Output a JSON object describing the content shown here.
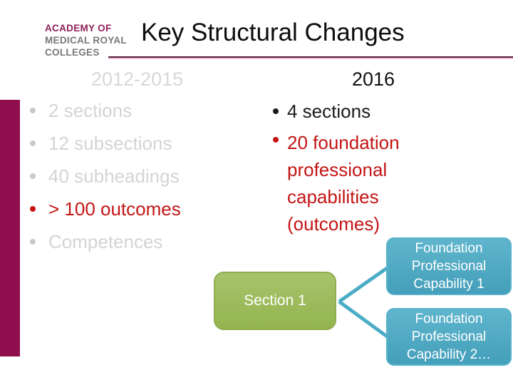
{
  "slide": {
    "logo": {
      "line1": "ACADEMY OF",
      "line2": "MEDICAL ROYAL",
      "line3": "COLLEGES"
    },
    "title": "Key Structural Changes",
    "columns": {
      "left": {
        "header": "2012-2015",
        "items": [
          {
            "text": "2 sections",
            "emphasis": "gray"
          },
          {
            "text": "12 subsections",
            "emphasis": "gray"
          },
          {
            "text": "40 subheadings",
            "emphasis": "gray"
          },
          {
            "text": "> 100 outcomes",
            "emphasis": "red"
          },
          {
            "text": "Competences",
            "emphasis": "gray"
          }
        ]
      },
      "right": {
        "header": "2016",
        "items": [
          {
            "text": "4 sections",
            "emphasis": "black"
          },
          {
            "text": "20 foundation professional capabilities (outcomes)",
            "emphasis": "red"
          }
        ]
      }
    },
    "diagram": {
      "section_label": "Section 1",
      "capabilities": [
        "Foundation Professional Capability 1",
        "Foundation Professional Capability 2…"
      ]
    },
    "colors": {
      "accent_bar": "#8e0e4e",
      "logo_maroon": "#8e2058",
      "logo_gray": "#77787b",
      "title_rule": "#5a1a3c",
      "faded_text": "#d4d4d4",
      "red_text": "#c41414",
      "black_text": "#1a1a1a",
      "green_box": "#9bbb59",
      "teal_box": "#4bacc6"
    }
  }
}
